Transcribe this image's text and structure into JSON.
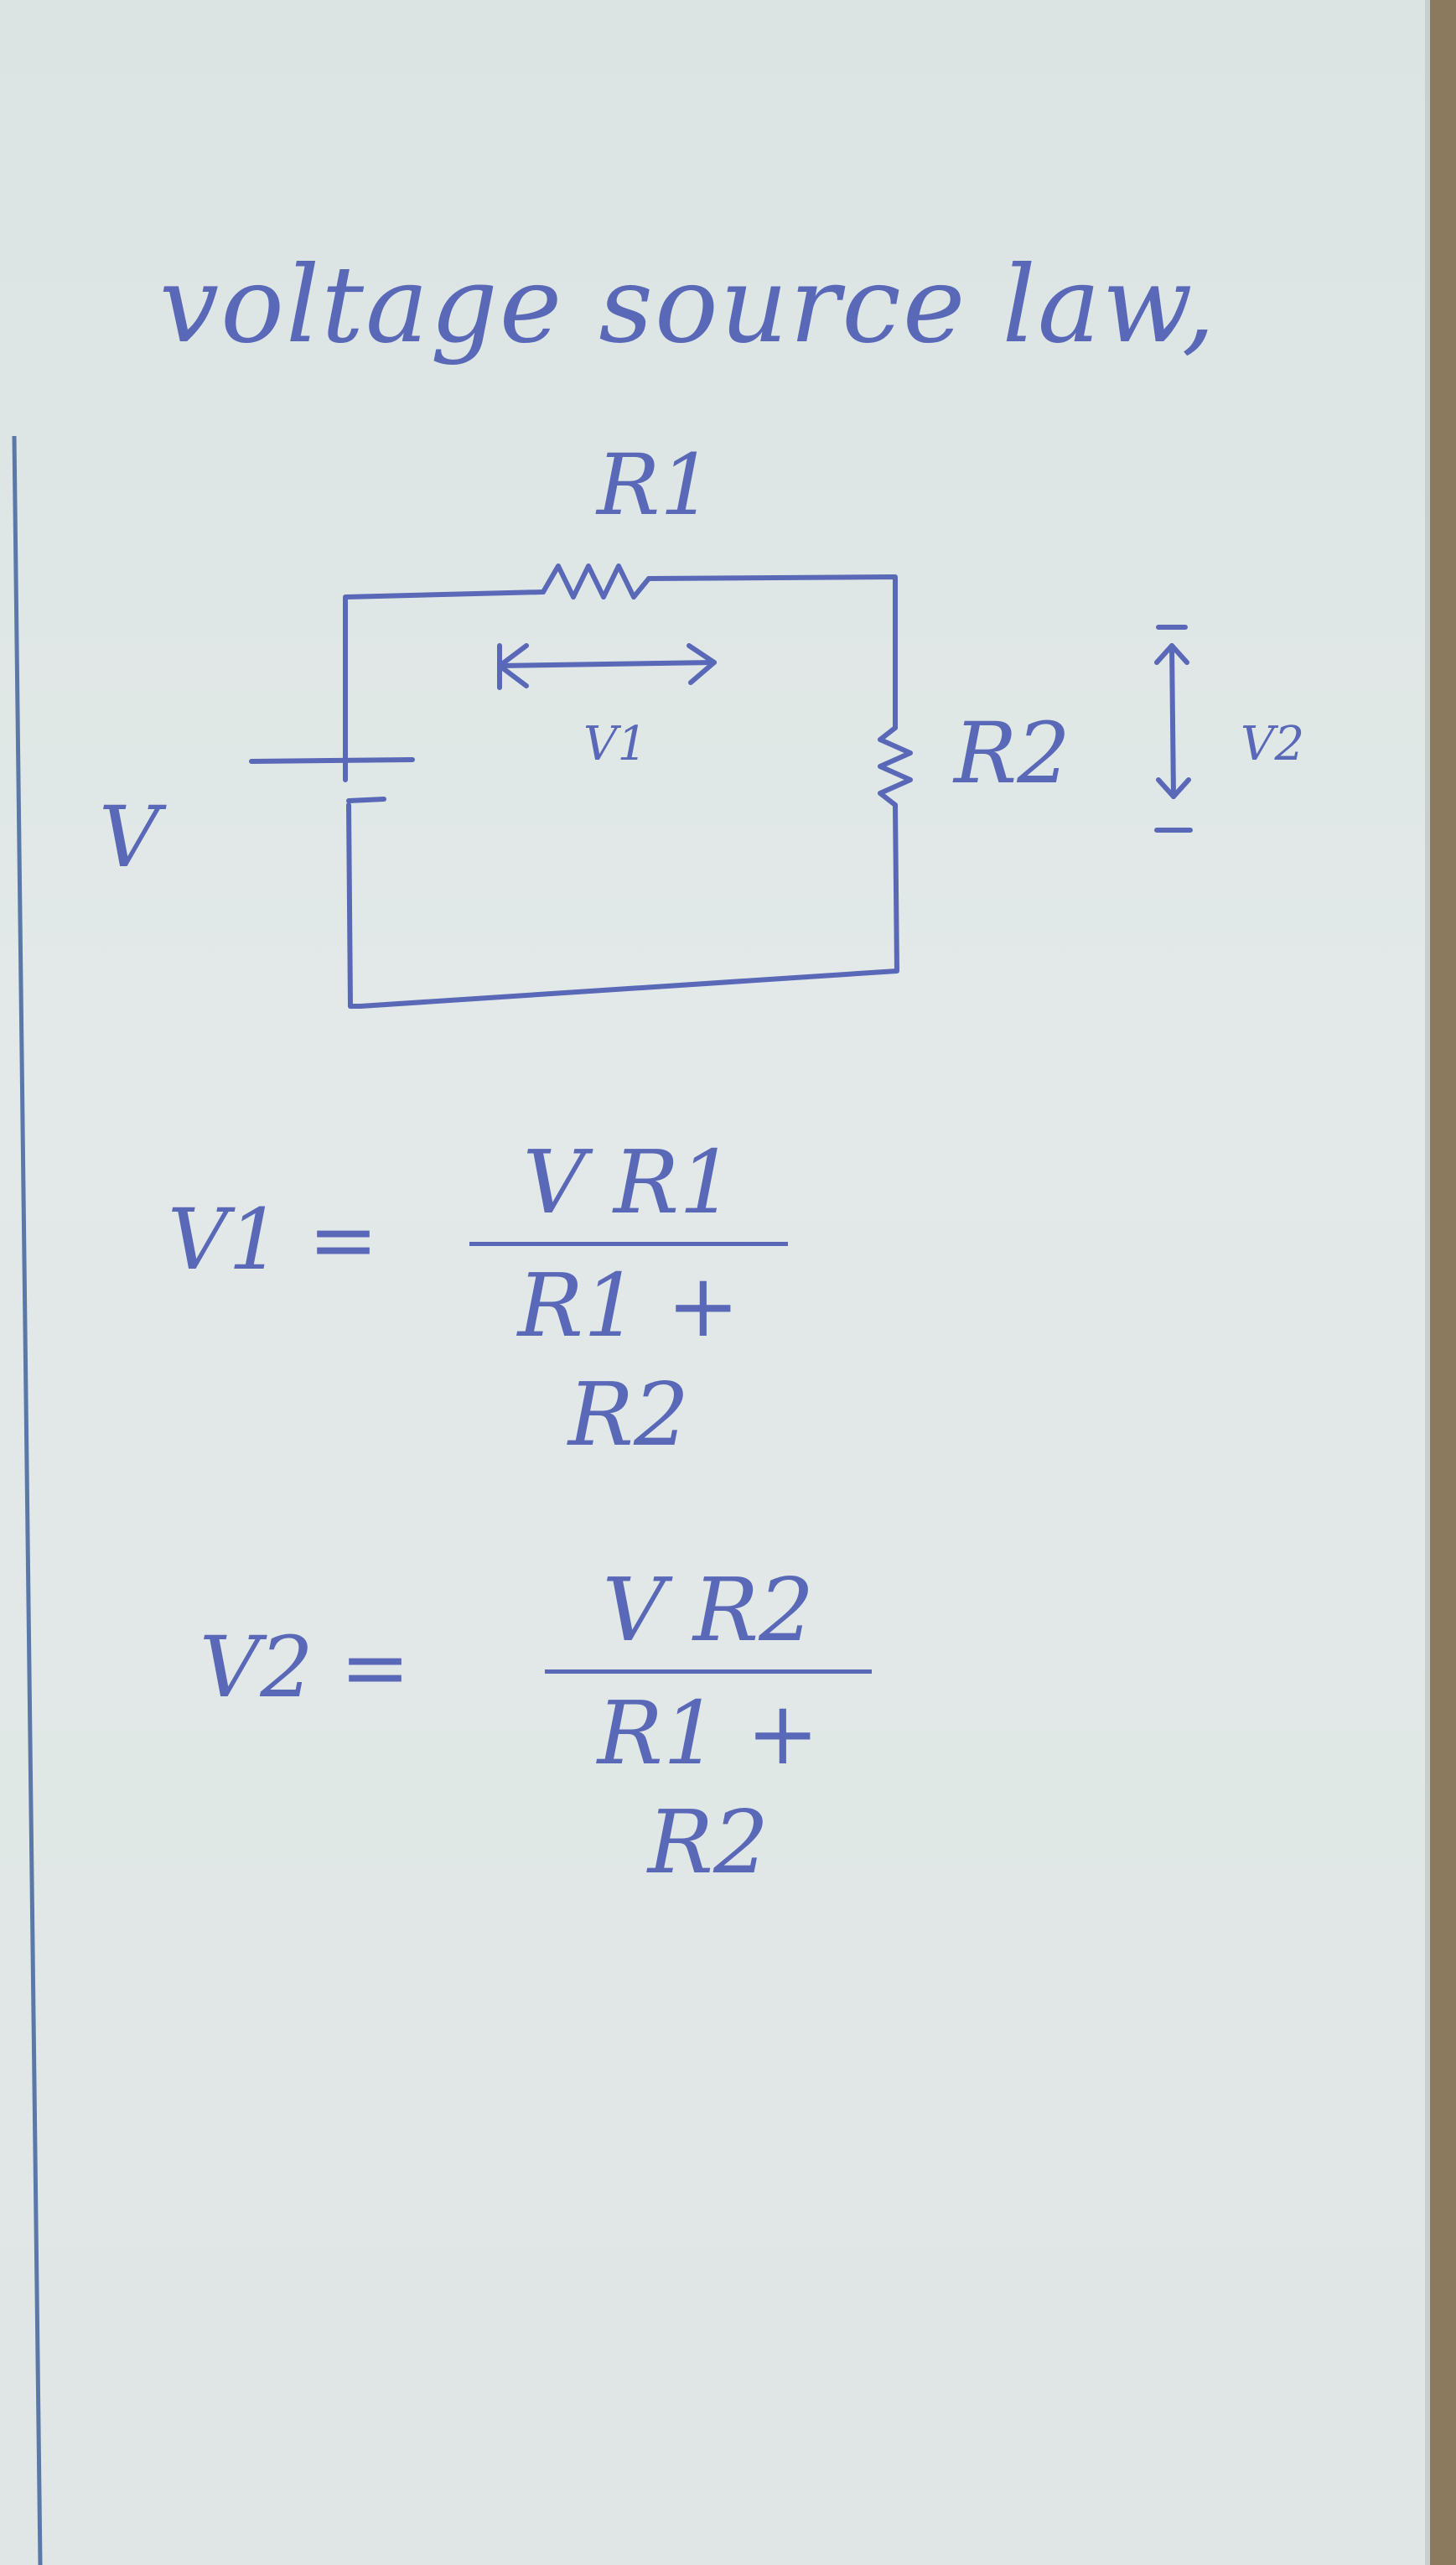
{
  "title": "voltage source law,",
  "diagram": {
    "source_label": "V",
    "r1_label": "R1",
    "r2_label": "R2",
    "v1_label": "V1",
    "v2_label": "V2"
  },
  "equations": [
    {
      "lhs": "V1 =",
      "numerator": "V R1",
      "denominator": "R1 + R2"
    },
    {
      "lhs": "V2 =",
      "numerator": "V R2",
      "denominator": "R1 + R2"
    }
  ]
}
